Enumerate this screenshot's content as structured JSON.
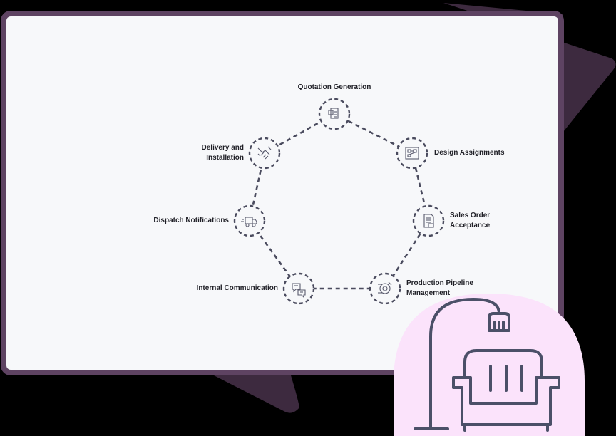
{
  "colors": {
    "background": "#000000",
    "card_border": "#5e4362",
    "card_fill": "#f7f8fa",
    "backdrop_shape": "#3d2a3f",
    "dotted_line": "#4a4b5e",
    "icon_stroke": "#5a5b6e",
    "badge_fill": "#fbe3fb",
    "armchair_stroke": "#4b5068"
  },
  "cycle": {
    "nodes": [
      {
        "label": "Quotation Generation",
        "icon": "quotation-icon"
      },
      {
        "label": "Design Assignments",
        "icon": "design-icon"
      },
      {
        "label": "Sales Order Acceptance",
        "line1": "Sales Order",
        "line2": "Acceptance",
        "icon": "sales-order-icon"
      },
      {
        "label": "Production Pipeline Management",
        "line1": "Production Pipeline",
        "line2": "Management",
        "icon": "production-icon"
      },
      {
        "label": "Internal Communication",
        "icon": "chat-icon"
      },
      {
        "label": "Dispatch Notifications",
        "icon": "truck-icon"
      },
      {
        "label": "Delivery and Installation",
        "line1": "Delivery and",
        "line2": "Installation",
        "icon": "handshake-icon"
      }
    ]
  },
  "badge": {
    "icon": "armchair-lamp-icon"
  }
}
